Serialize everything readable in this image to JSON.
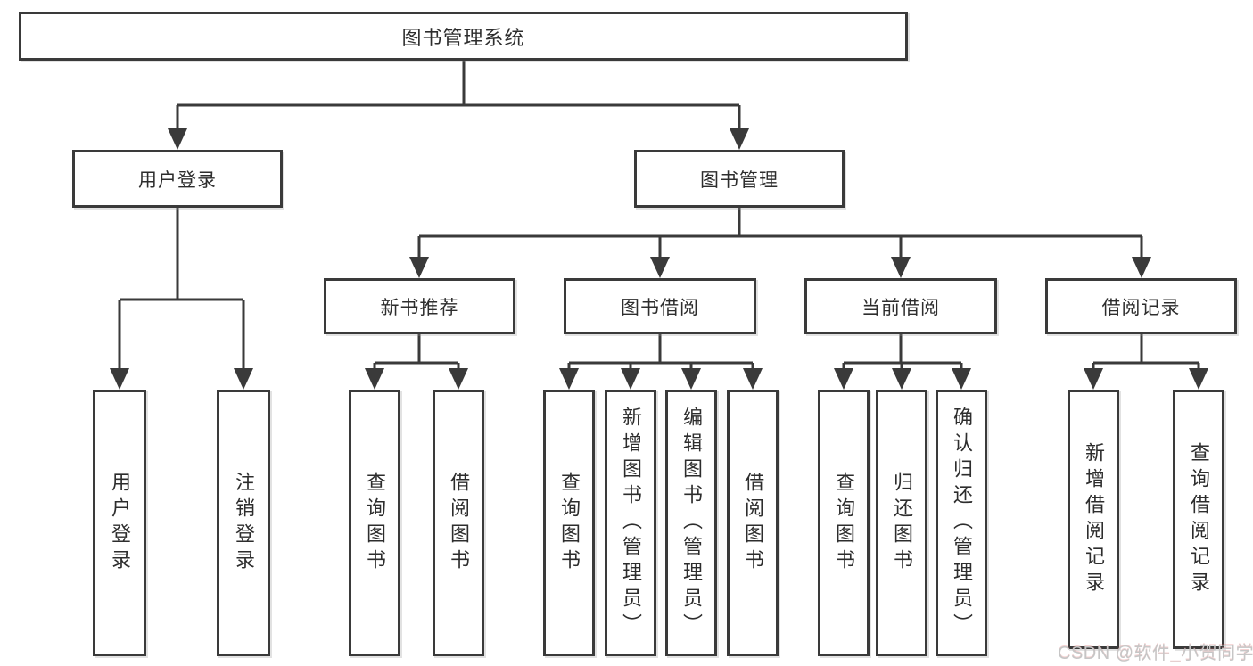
{
  "title": "图书管理系统",
  "branches": {
    "user": {
      "label": "用户登录",
      "children": [
        {
          "label": "用户登录"
        },
        {
          "label": "注销登录"
        }
      ]
    },
    "book": {
      "label": "图书管理",
      "groups": [
        {
          "label": "新书推荐",
          "children": [
            {
              "label": "查询图书"
            },
            {
              "label": "借阅图书"
            }
          ]
        },
        {
          "label": "图书借阅",
          "children": [
            {
              "label": "查询图书"
            },
            {
              "label": "新增图书（管理员）"
            },
            {
              "label": "编辑图书（管理员）"
            },
            {
              "label": "借阅图书"
            }
          ]
        },
        {
          "label": "当前借阅",
          "children": [
            {
              "label": "查询图书"
            },
            {
              "label": "归还图书"
            },
            {
              "label": "确认归还（管理员）"
            }
          ]
        },
        {
          "label": "借阅记录",
          "children": [
            {
              "label": "新增借阅记录"
            },
            {
              "label": "查询借阅记录"
            }
          ]
        }
      ]
    }
  },
  "watermark": "CSDN @软件_小贺同学",
  "colors": {
    "line": "#3a3a3a",
    "box_border": "#3a3a3a",
    "text": "#2d2d2d",
    "background": "#ffffff",
    "watermark": "#c6c6c6"
  }
}
